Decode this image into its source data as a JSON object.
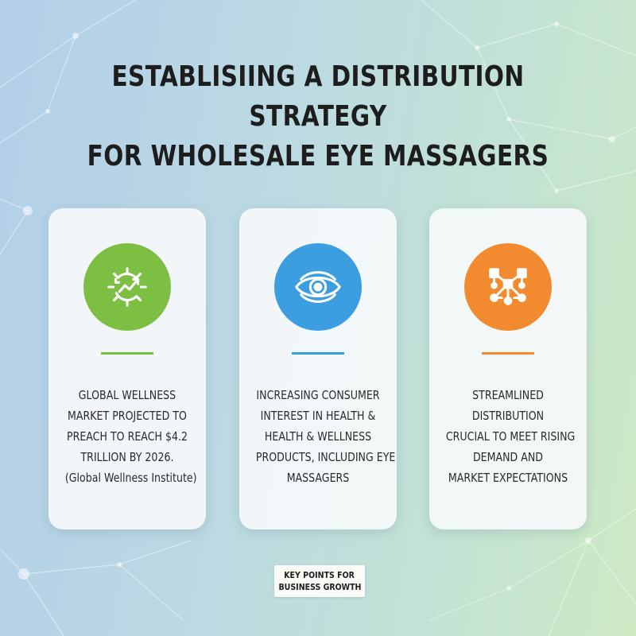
{
  "title": {
    "line1": "ESTABLISIING A DISTRIBUTION STRATEGY",
    "line2": "FOR WHOLESALE EYE MASSAGERS"
  },
  "cards": [
    {
      "icon": "gear-arrows-icon",
      "accent": "#7cbf42",
      "lines": [
        "GLOBAL WELLNESS",
        "MARKET PROJECTED TO",
        "PREACH TO REACH $4.2",
        "TRILLION BY 2026.",
        "(Global Wellness Institute)"
      ]
    },
    {
      "icon": "eye-icon",
      "accent": "#3a9ee0",
      "lines": [
        "INCREASING CONSUMER",
        "INTEREST IN HEALTH &",
        "HEALTH & WELLNESS",
        "PRODUCTS, INCLUDING EYE",
        "MASSAGERS"
      ]
    },
    {
      "icon": "network-nodes-icon",
      "accent": "#f28a30",
      "lines": [
        "STREAMLINED",
        "DISTRIBUTION",
        "CRUCIAL TO MEET RISING",
        "DEMAND AND",
        "MARKET EXPECTATIONS"
      ]
    }
  ],
  "footer": {
    "line1": "KEY POINTS FOR",
    "line2": "BUSINESS GROWTH"
  }
}
